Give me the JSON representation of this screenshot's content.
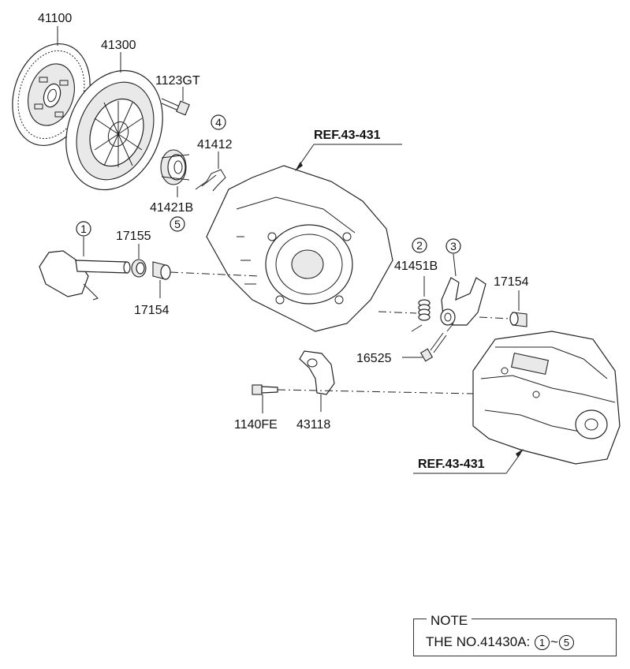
{
  "labels": {
    "clutch_disc": "41100",
    "clutch_cover": "41300",
    "bolt_cover": "1123GT",
    "clip": "41412",
    "release_bearing": "41421B",
    "ref_top": "REF.43-431",
    "ref_bottom": "REF.43-431",
    "seal_left": "17155",
    "bushing_left": "17154",
    "spring": "41451B",
    "bushing_right": "17154",
    "fork_bolt": "16525",
    "bracket_bolt": "1140FE",
    "bracket": "43118"
  },
  "callouts": {
    "c1": "1",
    "c2": "2",
    "c3": "3",
    "c4": "4",
    "c5": "5"
  },
  "note": {
    "title": "NOTE",
    "text": "THE NO.41430A:",
    "range_start": "1",
    "separator": "~",
    "range_end": "5"
  }
}
